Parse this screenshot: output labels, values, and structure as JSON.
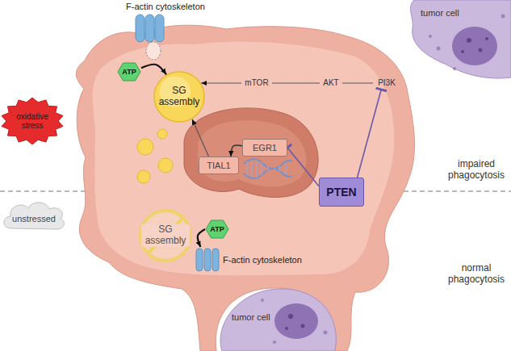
{
  "diagram": {
    "nodes": [
      {
        "text": [
          "F-actin cytoskeleton"
        ]
      },
      {
        "text": [
          "tumor cell"
        ]
      },
      {
        "text": [
          "ATP"
        ]
      },
      {
        "text": [
          "SG assembly"
        ]
      },
      {
        "text": [
          "mTOR"
        ]
      },
      {
        "text": [
          "AKT"
        ]
      },
      {
        "text": [
          "PI3K"
        ]
      },
      {
        "text": [
          "oxidative stress"
        ]
      },
      {
        "text": [
          "PTEN"
        ]
      },
      {
        "text": [
          "EGR1"
        ]
      },
      {
        "text": [
          "TIAL1"
        ]
      },
      {
        "text": [
          "unstressed"
        ]
      },
      {
        "text": [
          "SG assembly"
        ]
      },
      {
        "text": [
          "ATP"
        ]
      },
      {
        "text": [
          "F-actin cytoskeleton"
        ]
      },
      {
        "text": [
          "tumor cell"
        ]
      }
    ],
    "edges": [
      {
        "from": 2,
        "to": 3,
        "arrow": "to"
      },
      {
        "from": 6,
        "to": 5,
        "arrow": "none"
      },
      {
        "from": 5,
        "to": 4,
        "arrow": "none"
      },
      {
        "from": 4,
        "to": 3,
        "arrow": "to"
      },
      {
        "from": 8,
        "to": 6,
        "arrow": "to"
      },
      {
        "from": 8,
        "to": 9,
        "arrow": "to"
      },
      {
        "from": 9,
        "to": 10,
        "arrow": "to"
      },
      {
        "from": 10,
        "to": 3,
        "arrow": "to"
      },
      {
        "from": 13,
        "to": 14,
        "arrow": "to"
      }
    ],
    "labels": [
      "impaired phagocytosis",
      "normal phagocytosis"
    ]
  }
}
